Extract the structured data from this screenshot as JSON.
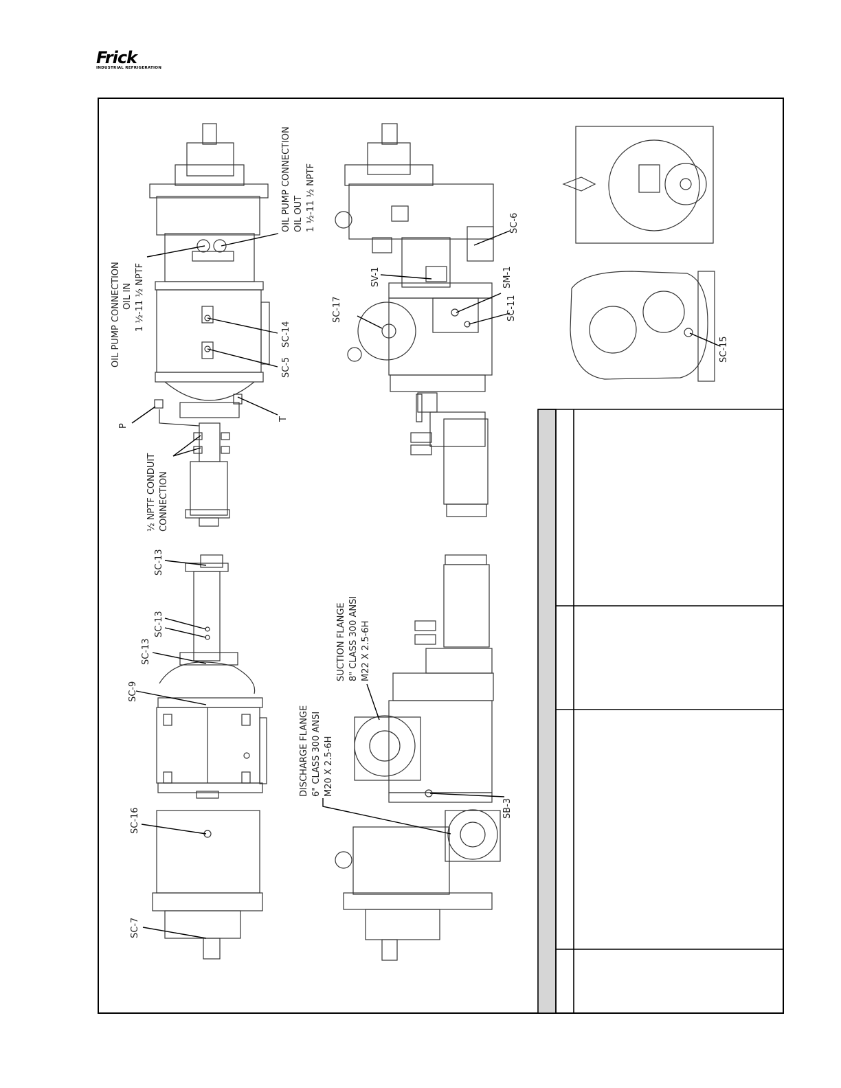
{
  "brand": {
    "name": "Frick",
    "tagline": "INDUSTRIAL REFRIGERATION"
  },
  "labels": {
    "oil_pump_in_title": "OIL PUMP CONNECTION",
    "oil_pump_in_sub": "OIL IN",
    "oil_pump_in_size": "1 ½-11 ½ NPTF",
    "oil_pump_out_title": "OIL PUMP CONNECTION",
    "oil_pump_out_sub": "OIL OUT",
    "oil_pump_out_size": "1 ½-11 ½ NPTF",
    "sc14": "SC-14",
    "sc5": "SC-5",
    "p": "P",
    "t": "T",
    "conduit_1": "½ NPTF CONDUIT",
    "conduit_2": "CONNECTION",
    "sc17": "SC-17",
    "sv1": "SV-1",
    "sm1": "SM-1",
    "sc11": "SC-11",
    "sc6": "SC-6",
    "sc15": "SC-15",
    "sc13_a": "SC-13",
    "sc13_b": "SC-13",
    "sc13_c": "SC-13",
    "sc9": "SC-9",
    "sc16": "SC-16",
    "sc7": "SC-7",
    "suction_1": "SUCTION FLANGE",
    "suction_2": "8\" CLASS 300 ANSI",
    "suction_3": "M22 X 2.5-6H",
    "discharge_1": "DISCHARGE FLANGE",
    "discharge_2": "6\" CLASS 300 ANSI",
    "discharge_3": "M20 X 2.5-6H",
    "sb3": "SB-3"
  }
}
